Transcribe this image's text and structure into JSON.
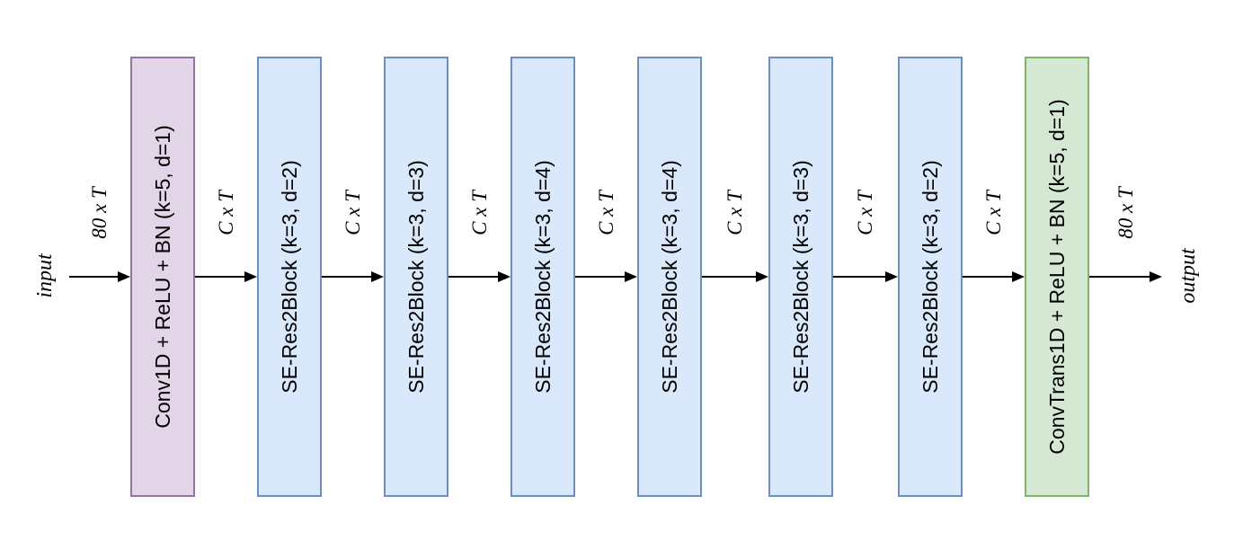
{
  "diagram": {
    "input_label": "input",
    "output_label": "output",
    "blocks": [
      {
        "label": "Conv1D + ReLU + BN (k=5, d=1)",
        "fill": "#e1d5e7",
        "stroke": "#9673a6"
      },
      {
        "label": "SE-Res2Block (k=3, d=2)",
        "fill": "#dae8fc",
        "stroke": "#6c8ebf"
      },
      {
        "label": "SE-Res2Block (k=3, d=3)",
        "fill": "#dae8fc",
        "stroke": "#6c8ebf"
      },
      {
        "label": "SE-Res2Block (k=3, d=4)",
        "fill": "#dae8fc",
        "stroke": "#6c8ebf"
      },
      {
        "label": "SE-Res2Block (k=3, d=4)",
        "fill": "#dae8fc",
        "stroke": "#6c8ebf"
      },
      {
        "label": "SE-Res2Block (k=3, d=3)",
        "fill": "#dae8fc",
        "stroke": "#6c8ebf"
      },
      {
        "label": "SE-Res2Block (k=3, d=2)",
        "fill": "#dae8fc",
        "stroke": "#6c8ebf"
      },
      {
        "label": "ConvTrans1D + ReLU + BN (k=5, d=1)",
        "fill": "#d5e8d4",
        "stroke": "#82b366"
      }
    ],
    "arrow_labels": [
      "80 x T",
      "C x T",
      "C x T",
      "C x T",
      "C x T",
      "C x T",
      "C x T",
      "C x T",
      "80 x T"
    ],
    "colors": {
      "arrow": "#000000",
      "text": "#000000",
      "background": "#ffffff"
    }
  }
}
